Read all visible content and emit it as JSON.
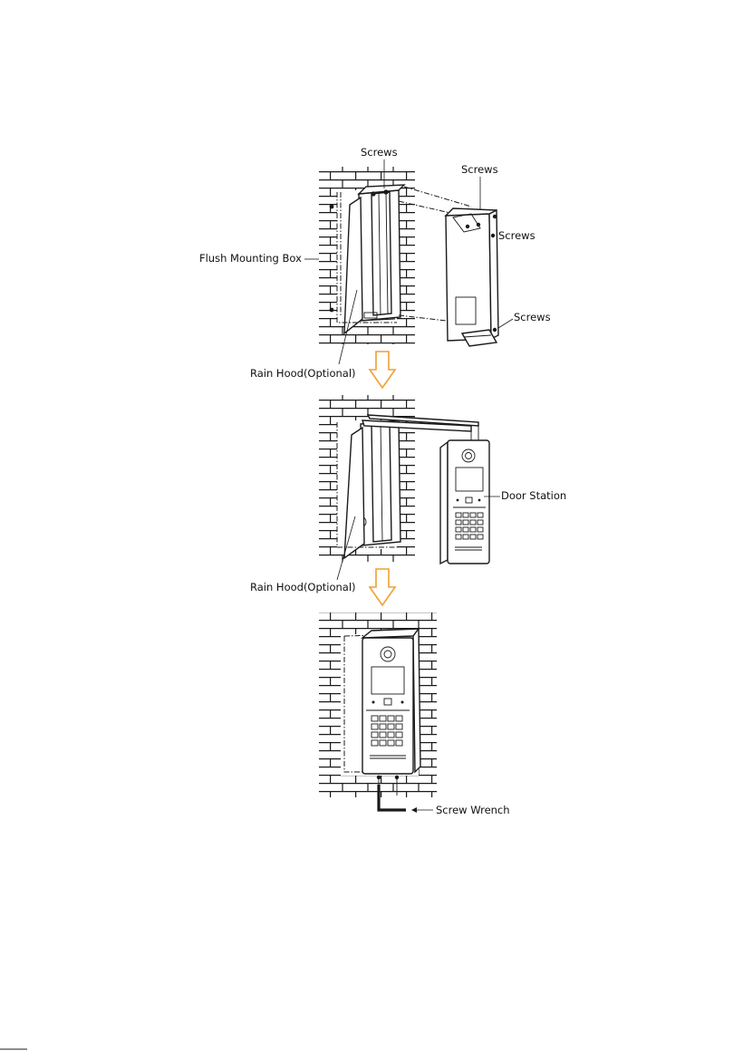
{
  "labels": {
    "screws_top": "Screws",
    "screws_box_top": "Screws",
    "screws_right": "Screws",
    "screws_bottom": "Screws",
    "flush_mounting_box": "Flush Mounting Box",
    "rain_hood_1": "Rain Hood(Optional)",
    "door_station": "Door Station",
    "rain_hood_2": "Rain Hood(Optional)",
    "screw_wrench": "Screw Wrench"
  },
  "colors": {
    "step_arrow": "#f0a030",
    "line": "#1a1a1a"
  }
}
